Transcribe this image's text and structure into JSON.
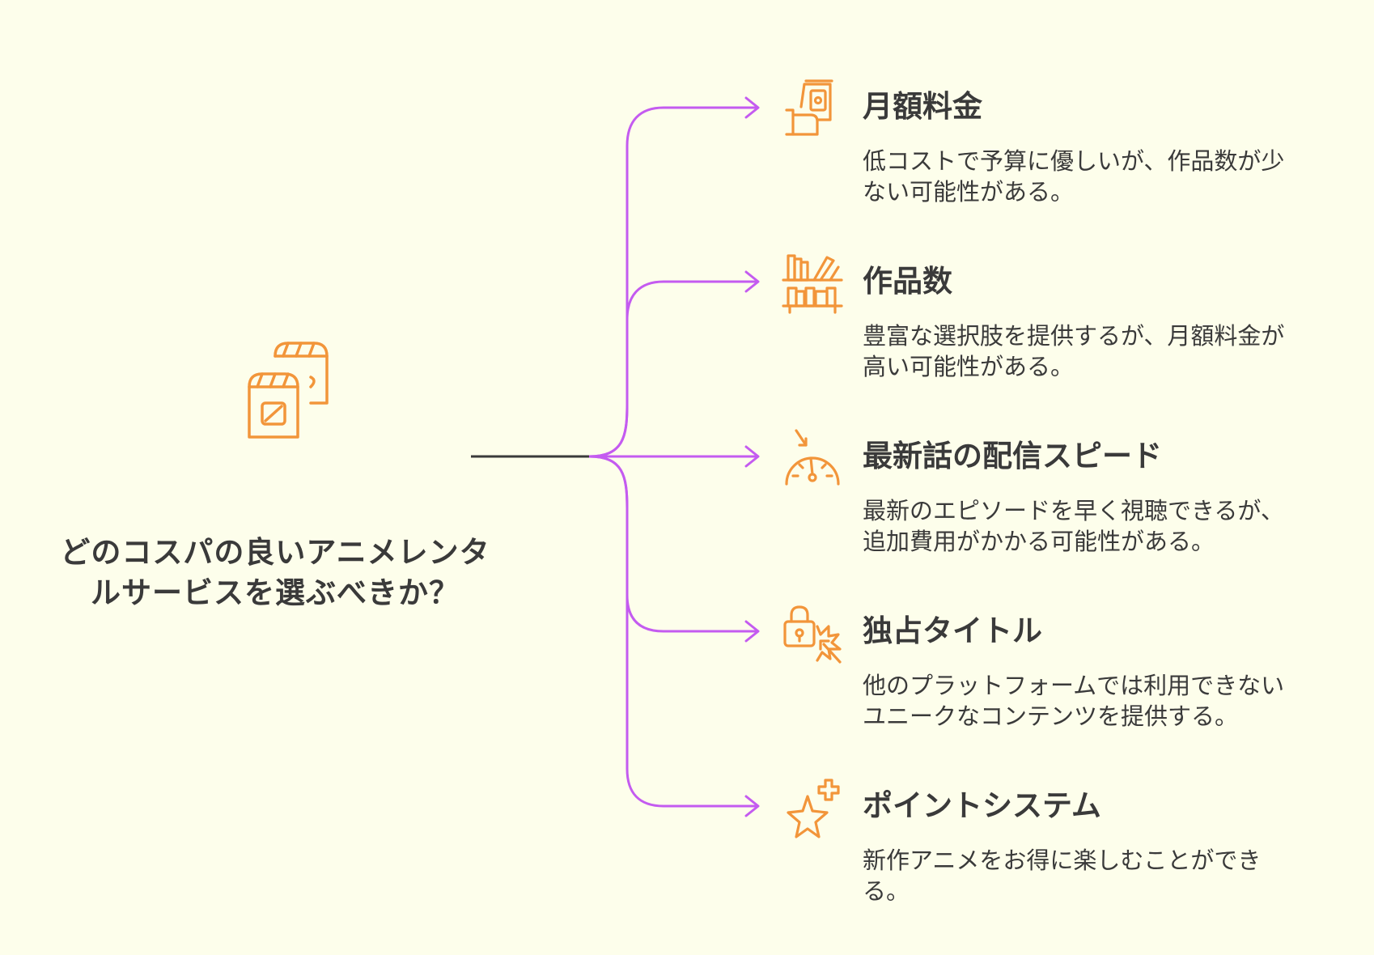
{
  "center": {
    "title_line1": "どのコスパの良いアニメレンタ",
    "title_line2": "ルサービスを選ぶべきか？",
    "icon": "clapperboard-icon"
  },
  "colors": {
    "background": "#fdfeeb",
    "connector": "#c45bf0",
    "trunk": "#3a3a3a",
    "icon": "#f2953a",
    "text": "#3a3a3a"
  },
  "branches": [
    {
      "title": "月額料金",
      "desc_line1": "低コストで予算に優しいが、作品数が少",
      "desc_line2": "ない可能性がある。",
      "icon": "money-hand-icon"
    },
    {
      "title": "作品数",
      "desc_line1": "豊富な選択肢を提供するが、月額料金が",
      "desc_line2": "高い可能性がある。",
      "icon": "bookshelf-icon"
    },
    {
      "title": "最新話の配信スピード",
      "desc_line1": "最新のエピソードを早く視聴できるが、",
      "desc_line2": "追加費用がかかる可能性がある。",
      "icon": "speedometer-icon"
    },
    {
      "title": "独占タイトル",
      "desc_line1": "他のプラットフォームでは利用できない",
      "desc_line2": "ユニークなコンテンツを提供する。",
      "icon": "lock-burst-icon"
    },
    {
      "title": "ポイントシステム",
      "desc_line1": "新作アニメをお得に楽しむことができ",
      "desc_line2": "る。",
      "icon": "star-plus-icon"
    }
  ]
}
